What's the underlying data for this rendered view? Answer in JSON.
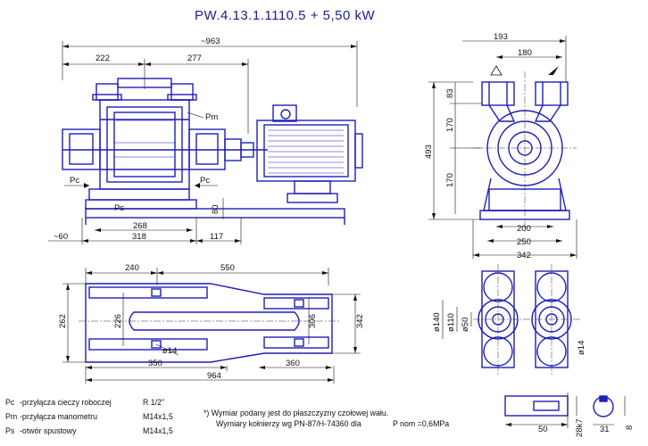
{
  "title": "PW.4.13.1.1110.5  +  5,50 kW",
  "side_view": {
    "dims": {
      "overall": "~963",
      "d222": "222",
      "d277": "277",
      "d268": "268",
      "d318": "318",
      "d117": "117",
      "d60": "~60",
      "d80": "80"
    },
    "labels": {
      "pm": "Pm",
      "pc_left": "Pc",
      "pc_right": "Pc",
      "ps": "Ps"
    }
  },
  "end_view": {
    "dims": {
      "d193": "193",
      "d180": "180",
      "d83": "83",
      "d170a": "170",
      "d170b": "170",
      "d493": "493",
      "d200": "200",
      "d250": "250",
      "d342": "342"
    }
  },
  "base_plan": {
    "dims": {
      "d240": "240",
      "d550": "550",
      "d262": "262",
      "d226": "226",
      "d306": "306",
      "d342": "342",
      "d14": "ø14",
      "d350": "350",
      "d360": "360",
      "d964": "964"
    }
  },
  "flange_view": {
    "dims": {
      "d140": "ø140",
      "d110": "ø110",
      "d50": "ø50",
      "d14": "ø14"
    }
  },
  "shaft_detail": {
    "dims": {
      "d50": "50",
      "d28k7": "28k7",
      "d31": "31",
      "d8": "8"
    }
  },
  "legend": [
    {
      "sym": "Pc",
      "text": "-przyłącza cieczy roboczej",
      "value": "R 1/2\""
    },
    {
      "sym": "Pm",
      "text": "-przyłącza manometru",
      "value": "M14x1,5"
    },
    {
      "sym": "Ps",
      "text": "-otwór spustowy",
      "value": "M14x1,5"
    }
  ],
  "footnote": [
    "*) Wymiar podany jest do płaszczyzny czołowej wału.",
    "Wymiary kołnierzy wg PN-87/H-74360 dla",
    "P nom =0,6MPa"
  ]
}
